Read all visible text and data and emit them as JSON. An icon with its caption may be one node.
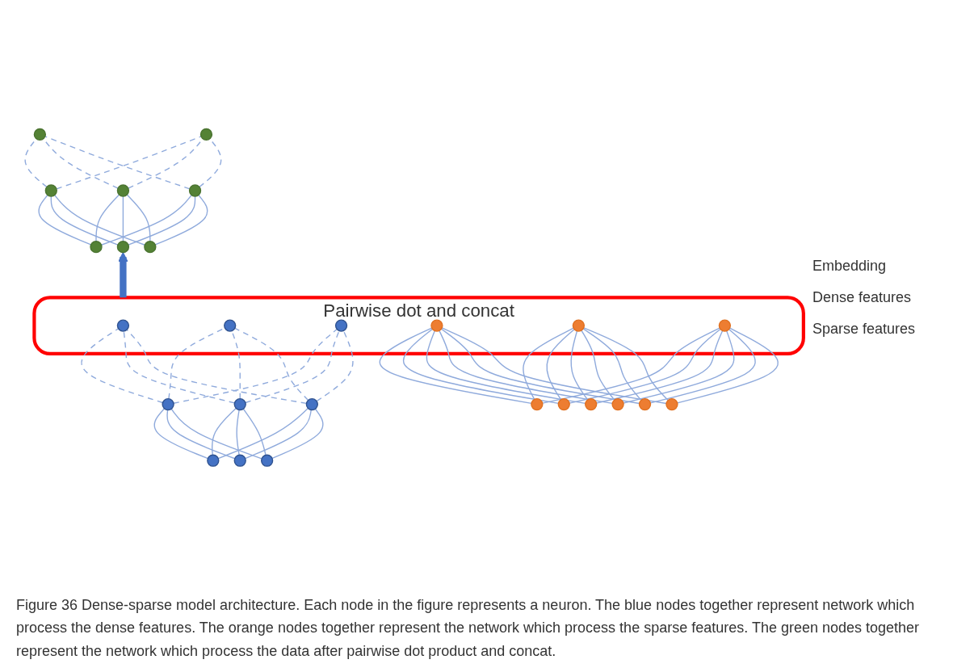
{
  "diagram": {
    "caption": "Figure 36 Dense-sparse model architecture. Each node in the figure represents a neuron. The blue nodes together represent network which process the dense features. The orange nodes together represent the network which process the sparse features. The green nodes together represent the network which process the data after pairwise dot product and concat.",
    "nodes": [
      {
        "text": [],
        "shape": "circle"
      },
      {
        "text": [],
        "shape": "circle"
      },
      {
        "text": [],
        "shape": "circle"
      },
      {
        "text": [],
        "shape": "circle"
      },
      {
        "text": [],
        "shape": "circle"
      },
      {
        "text": [],
        "shape": "circle"
      },
      {
        "text": [],
        "shape": "circle"
      },
      {
        "text": [],
        "shape": "circle"
      },
      {
        "text": [
          "Pairwise dot and concat"
        ]
      },
      {
        "text": [],
        "shape": "circle",
        "in": 8
      },
      {
        "text": [],
        "shape": "circle",
        "in": 8
      },
      {
        "text": [],
        "shape": "circle",
        "in": 8
      },
      {
        "text": [],
        "shape": "circle",
        "in": 8
      },
      {
        "text": [],
        "shape": "circle",
        "in": 8
      },
      {
        "text": [],
        "shape": "circle",
        "in": 8
      },
      {
        "text": [],
        "shape": "circle"
      },
      {
        "text": [],
        "shape": "circle"
      },
      {
        "text": [],
        "shape": "circle"
      },
      {
        "text": [],
        "shape": "circle"
      },
      {
        "text": [],
        "shape": "circle"
      },
      {
        "text": [],
        "shape": "circle"
      },
      {
        "text": [],
        "shape": "circle"
      },
      {
        "text": [],
        "shape": "circle"
      },
      {
        "text": [],
        "shape": "circle"
      },
      {
        "text": [],
        "shape": "circle"
      },
      {
        "text": [],
        "shape": "circle"
      },
      {
        "text": [],
        "shape": "circle"
      }
    ],
    "edges": [
      {
        "from": 2,
        "to": 0,
        "arrow": "none",
        "style": "dashed"
      },
      {
        "from": 2,
        "to": 1,
        "arrow": "none",
        "style": "dashed"
      },
      {
        "from": 3,
        "to": 0,
        "arrow": "none",
        "style": "dashed"
      },
      {
        "from": 3,
        "to": 1,
        "arrow": "none",
        "style": "dashed"
      },
      {
        "from": 4,
        "to": 0,
        "arrow": "none",
        "style": "dashed"
      },
      {
        "from": 4,
        "to": 1,
        "arrow": "none",
        "style": "dashed"
      },
      {
        "from": 5,
        "to": 2,
        "arrow": "none"
      },
      {
        "from": 5,
        "to": 3,
        "arrow": "none"
      },
      {
        "from": 5,
        "to": 4,
        "arrow": "none"
      },
      {
        "from": 6,
        "to": 2,
        "arrow": "none"
      },
      {
        "from": 6,
        "to": 3,
        "arrow": "none"
      },
      {
        "from": 6,
        "to": 4,
        "arrow": "none"
      },
      {
        "from": 7,
        "to": 2,
        "arrow": "none"
      },
      {
        "from": 7,
        "to": 3,
        "arrow": "none"
      },
      {
        "from": 7,
        "to": 4,
        "arrow": "none"
      },
      {
        "from": 8,
        "to": 6,
        "arrow": "to",
        "style": "thick",
        "color": "#4472c4"
      },
      {
        "from": 15,
        "to": 9,
        "arrow": "none",
        "style": "dashed"
      },
      {
        "from": 15,
        "to": 10,
        "arrow": "none",
        "style": "dashed"
      },
      {
        "from": 15,
        "to": 11,
        "arrow": "none",
        "style": "dashed"
      },
      {
        "from": 16,
        "to": 9,
        "arrow": "none",
        "style": "dashed"
      },
      {
        "from": 16,
        "to": 10,
        "arrow": "none",
        "style": "dashed"
      },
      {
        "from": 16,
        "to": 11,
        "arrow": "none",
        "style": "dashed"
      },
      {
        "from": 17,
        "to": 9,
        "arrow": "none",
        "style": "dashed"
      },
      {
        "from": 17,
        "to": 10,
        "arrow": "none",
        "style": "dashed"
      },
      {
        "from": 17,
        "to": 11,
        "arrow": "none",
        "style": "dashed"
      },
      {
        "from": 18,
        "to": 15,
        "arrow": "none"
      },
      {
        "from": 18,
        "to": 16,
        "arrow": "none"
      },
      {
        "from": 18,
        "to": 17,
        "arrow": "none"
      },
      {
        "from": 19,
        "to": 15,
        "arrow": "none"
      },
      {
        "from": 19,
        "to": 16,
        "arrow": "none"
      },
      {
        "from": 19,
        "to": 17,
        "arrow": "none"
      },
      {
        "from": 20,
        "to": 15,
        "arrow": "none"
      },
      {
        "from": 20,
        "to": 16,
        "arrow": "none"
      },
      {
        "from": 20,
        "to": 17,
        "arrow": "none"
      },
      {
        "from": 21,
        "to": 12,
        "arrow": "none"
      },
      {
        "from": 21,
        "to": 13,
        "arrow": "none"
      },
      {
        "from": 21,
        "to": 14,
        "arrow": "none"
      },
      {
        "from": 22,
        "to": 12,
        "arrow": "none"
      },
      {
        "from": 22,
        "to": 13,
        "arrow": "none"
      },
      {
        "from": 22,
        "to": 14,
        "arrow": "none"
      },
      {
        "from": 23,
        "to": 12,
        "arrow": "none"
      },
      {
        "from": 23,
        "to": 13,
        "arrow": "none"
      },
      {
        "from": 23,
        "to": 14,
        "arrow": "none"
      },
      {
        "from": 24,
        "to": 12,
        "arrow": "none"
      },
      {
        "from": 24,
        "to": 13,
        "arrow": "none"
      },
      {
        "from": 24,
        "to": 14,
        "arrow": "none"
      },
      {
        "from": 25,
        "to": 12,
        "arrow": "none"
      },
      {
        "from": 25,
        "to": 13,
        "arrow": "none"
      },
      {
        "from": 25,
        "to": 14,
        "arrow": "none"
      },
      {
        "from": 26,
        "to": 12,
        "arrow": "none"
      },
      {
        "from": 26,
        "to": 13,
        "arrow": "none"
      },
      {
        "from": 26,
        "to": 14,
        "arrow": "none"
      }
    ],
    "labels": [
      "Embedding",
      "Dense features",
      "Sparse features"
    ]
  }
}
